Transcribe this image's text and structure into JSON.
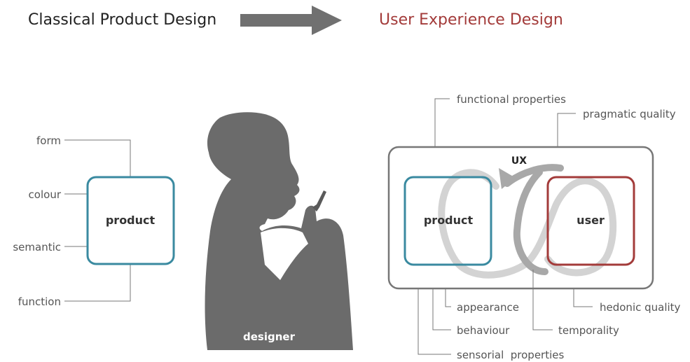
{
  "headings": {
    "left": "Classical Product Design",
    "right": "User Experience Design"
  },
  "classical": {
    "box_label": "product",
    "attributes": [
      "form",
      "colour",
      "semantic",
      "function"
    ]
  },
  "designer": {
    "label": "designer"
  },
  "ux": {
    "center_label": "UX",
    "product_label": "product",
    "user_label": "user",
    "top_labels": {
      "functional": "functional properties",
      "pragmatic": "pragmatic quality"
    },
    "bottom_labels": {
      "appearance": "appearance",
      "behaviour": "behaviour",
      "sensorial": "sensorial  properties",
      "hedonic": "hedonic quality",
      "temporality": "temporality"
    }
  },
  "colors": {
    "teal": "#3a8aa0",
    "red": "#a33b3a",
    "silhouette": "#6b6b6b",
    "arrow": "#707070",
    "loop_dark": "#a8a8a8",
    "loop_light": "#d3d3d3"
  }
}
